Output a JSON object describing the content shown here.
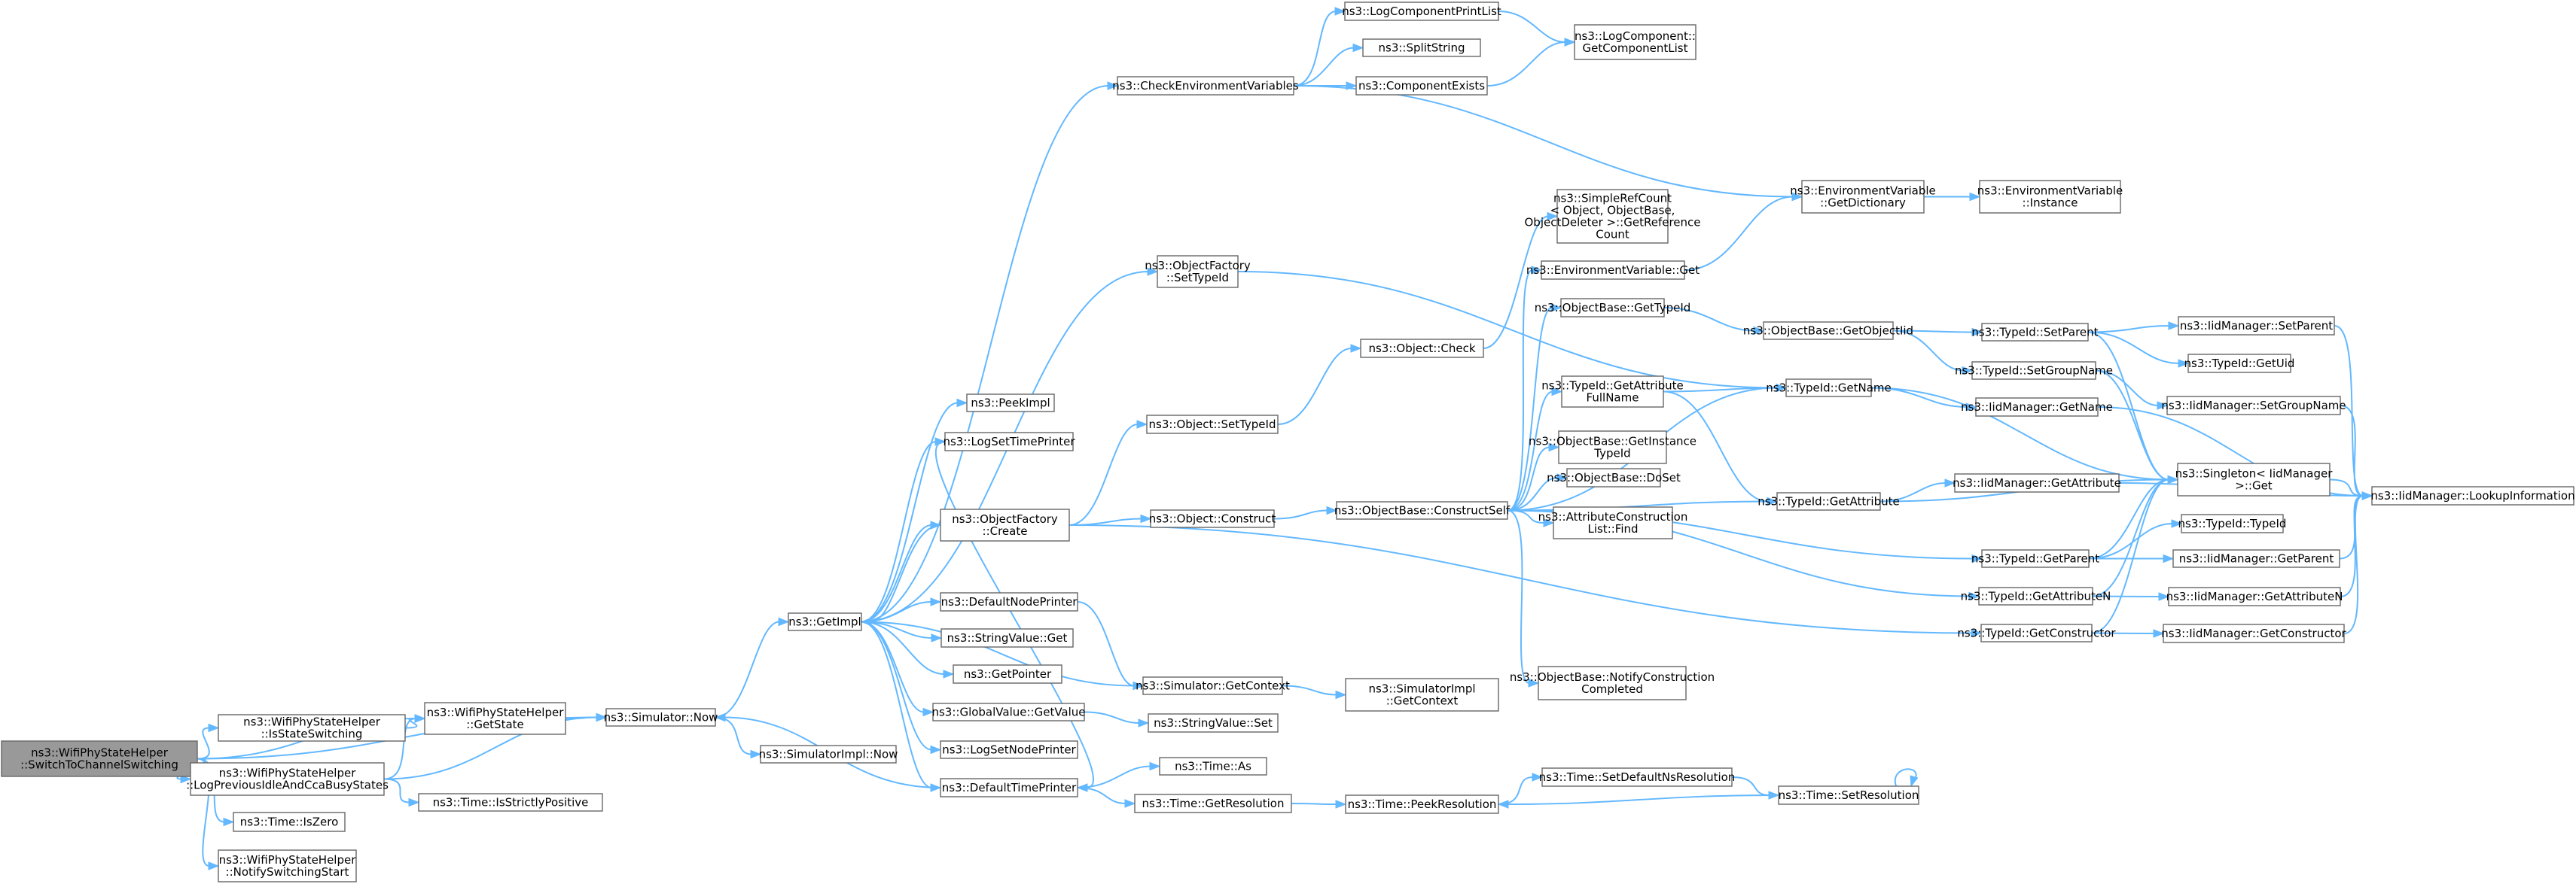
{
  "graph": {
    "nodes": [
      {
        "id": "root",
        "lines": [
          "ns3::WifiPhyStateHelper",
          "::SwitchToChannelSwitching"
        ]
      },
      {
        "id": "isss",
        "lines": [
          "ns3::WifiPhyStateHelper",
          "::IsStateSwitching"
        ]
      },
      {
        "id": "lpi",
        "lines": [
          "ns3::WifiPhyStateHelper",
          "::LogPreviousIdleAndCcaBusyStates"
        ]
      },
      {
        "id": "iszero",
        "lines": [
          "ns3::Time::IsZero"
        ]
      },
      {
        "id": "nss",
        "lines": [
          "ns3::WifiPhyStateHelper",
          "::NotifySwitchingStart"
        ]
      },
      {
        "id": "getstate",
        "lines": [
          "ns3::WifiPhyStateHelper",
          "::GetState"
        ]
      },
      {
        "id": "isp",
        "lines": [
          "ns3::Time::IsStrictlyPositive"
        ]
      },
      {
        "id": "now",
        "lines": [
          "ns3::Simulator::Now"
        ]
      },
      {
        "id": "implnow",
        "lines": [
          "ns3::SimulatorImpl::Now"
        ]
      },
      {
        "id": "getimpl",
        "lines": [
          "ns3::GetImpl"
        ]
      },
      {
        "id": "peekimpl",
        "lines": [
          "ns3::PeekImpl"
        ]
      },
      {
        "id": "logset",
        "lines": [
          "ns3::LogSetTimePrinter"
        ]
      },
      {
        "id": "ofcreate",
        "lines": [
          "ns3::ObjectFactory",
          "::Create"
        ]
      },
      {
        "id": "defnode",
        "lines": [
          "ns3::DefaultNodePrinter"
        ]
      },
      {
        "id": "svget",
        "lines": [
          "ns3::StringValue::Get"
        ]
      },
      {
        "id": "getptr",
        "lines": [
          "ns3::GetPointer"
        ]
      },
      {
        "id": "gvget",
        "lines": [
          "ns3::GlobalValue::GetValue"
        ]
      },
      {
        "id": "logsetnode",
        "lines": [
          "ns3::LogSetNodePrinter"
        ]
      },
      {
        "id": "deftime",
        "lines": [
          "ns3::DefaultTimePrinter"
        ]
      },
      {
        "id": "checkenv",
        "lines": [
          "ns3::CheckEnvironmentVariables"
        ]
      },
      {
        "id": "ofsettid",
        "lines": [
          "ns3::ObjectFactory",
          "::SetTypeId"
        ]
      },
      {
        "id": "objsettid",
        "lines": [
          "ns3::Object::SetTypeId"
        ]
      },
      {
        "id": "objconstruct",
        "lines": [
          "ns3::Object::Construct"
        ]
      },
      {
        "id": "simgetctx",
        "lines": [
          "ns3::Simulator::GetContext"
        ]
      },
      {
        "id": "svset",
        "lines": [
          "ns3::StringValue::Set"
        ]
      },
      {
        "id": "timeas",
        "lines": [
          "ns3::Time::As"
        ]
      },
      {
        "id": "timegetres",
        "lines": [
          "ns3::Time::GetResolution"
        ]
      },
      {
        "id": "lcpl",
        "lines": [
          "ns3::LogComponentPrintList"
        ]
      },
      {
        "id": "split",
        "lines": [
          "ns3::SplitString"
        ]
      },
      {
        "id": "compex",
        "lines": [
          "ns3::ComponentExists"
        ]
      },
      {
        "id": "lcgcl",
        "lines": [
          "ns3::LogComponent::",
          "GetComponentList"
        ]
      },
      {
        "id": "objcheck",
        "lines": [
          "ns3::Object::Check"
        ]
      },
      {
        "id": "obconstruct",
        "lines": [
          "ns3::ObjectBase::ConstructSelf"
        ]
      },
      {
        "id": "implgetctx",
        "lines": [
          "ns3::SimulatorImpl",
          "::GetContext"
        ]
      },
      {
        "id": "peekres",
        "lines": [
          "ns3::Time::PeekResolution"
        ]
      },
      {
        "id": "envdict",
        "lines": [
          "ns3::EnvironmentVariable",
          "::GetDictionary"
        ]
      },
      {
        "id": "envinst",
        "lines": [
          "ns3::EnvironmentVariable",
          "::Instance"
        ]
      },
      {
        "id": "srcget",
        "lines": [
          "ns3::SimpleRefCount",
          "< Object, ObjectBase,",
          "ObjectDeleter >::GetReference",
          "Count"
        ]
      },
      {
        "id": "envget",
        "lines": [
          "ns3::EnvironmentVariable::Get"
        ]
      },
      {
        "id": "obgettid",
        "lines": [
          "ns3::ObjectBase::GetTypeId"
        ]
      },
      {
        "id": "tidgafn",
        "lines": [
          "ns3::TypeId::GetAttribute",
          "FullName"
        ]
      },
      {
        "id": "obgit",
        "lines": [
          "ns3::ObjectBase::GetInstance",
          "TypeId"
        ]
      },
      {
        "id": "obdoset",
        "lines": [
          "ns3::ObjectBase::DoSet"
        ]
      },
      {
        "id": "aclfind",
        "lines": [
          "ns3::AttributeConstruction",
          "List::Find"
        ]
      },
      {
        "id": "obnotify",
        "lines": [
          "ns3::ObjectBase::NotifyConstruction",
          "Completed"
        ]
      },
      {
        "id": "setdefns",
        "lines": [
          "ns3::Time::SetDefaultNsResolution"
        ]
      },
      {
        "id": "setres",
        "lines": [
          "ns3::Time::SetResolution"
        ]
      },
      {
        "id": "obgetoid",
        "lines": [
          "ns3::ObjectBase::GetObjectIid"
        ]
      },
      {
        "id": "tidgetname",
        "lines": [
          "ns3::TypeId::GetName"
        ]
      },
      {
        "id": "tidgetattr",
        "lines": [
          "ns3::TypeId::GetAttribute"
        ]
      },
      {
        "id": "tidgetparent",
        "lines": [
          "ns3::TypeId::GetParent"
        ]
      },
      {
        "id": "tidgetattrn",
        "lines": [
          "ns3::TypeId::GetAttributeN"
        ]
      },
      {
        "id": "tidgetctor",
        "lines": [
          "ns3::TypeId::GetConstructor"
        ]
      },
      {
        "id": "tidsetparent",
        "lines": [
          "ns3::TypeId::SetParent"
        ]
      },
      {
        "id": "tidsetgroup",
        "lines": [
          "ns3::TypeId::SetGroupName"
        ]
      },
      {
        "id": "iidgetname",
        "lines": [
          "ns3::IidManager::GetName"
        ]
      },
      {
        "id": "singleton",
        "lines": [
          "ns3::Singleton< IidManager",
          ">::Get"
        ]
      },
      {
        "id": "iidgetattr",
        "lines": [
          "ns3::IidManager::GetAttribute"
        ]
      },
      {
        "id": "tidtypeid",
        "lines": [
          "ns3::TypeId::TypeId"
        ]
      },
      {
        "id": "iidsetparent",
        "lines": [
          "ns3::IidManager::SetParent"
        ]
      },
      {
        "id": "tidgetuid",
        "lines": [
          "ns3::TypeId::GetUid"
        ]
      },
      {
        "id": "iidsetgroup",
        "lines": [
          "ns3::IidManager::SetGroupName"
        ]
      },
      {
        "id": "iidgetparent",
        "lines": [
          "ns3::IidManager::GetParent"
        ]
      },
      {
        "id": "iidgetattrn",
        "lines": [
          "ns3::IidManager::GetAttributeN"
        ]
      },
      {
        "id": "iidgetctor",
        "lines": [
          "ns3::IidManager::GetConstructor"
        ]
      },
      {
        "id": "lookup",
        "lines": [
          "ns3::IidManager::LookupInformation"
        ]
      }
    ],
    "edges": [
      [
        "root",
        "isss"
      ],
      [
        "root",
        "lpi"
      ],
      [
        "root",
        "iszero"
      ],
      [
        "root",
        "nss"
      ],
      [
        "root",
        "getstate"
      ],
      [
        "root",
        "now"
      ],
      [
        "isss",
        "getstate"
      ],
      [
        "lpi",
        "getstate"
      ],
      [
        "lpi",
        "isp"
      ],
      [
        "lpi",
        "now"
      ],
      [
        "getstate",
        "now"
      ],
      [
        "now",
        "getimpl"
      ],
      [
        "now",
        "implnow"
      ],
      [
        "getimpl",
        "peekimpl"
      ],
      [
        "getimpl",
        "logset"
      ],
      [
        "getimpl",
        "ofcreate"
      ],
      [
        "getimpl",
        "defnode"
      ],
      [
        "getimpl",
        "svget"
      ],
      [
        "getimpl",
        "getptr"
      ],
      [
        "getimpl",
        "gvget"
      ],
      [
        "getimpl",
        "logsetnode"
      ],
      [
        "getimpl",
        "deftime"
      ],
      [
        "getimpl",
        "checkenv"
      ],
      [
        "getimpl",
        "ofsettid"
      ],
      [
        "getimpl",
        "simgetctx"
      ],
      [
        "logset",
        "deftime"
      ],
      [
        "defnode",
        "simgetctx"
      ],
      [
        "ofcreate",
        "getimpl"
      ],
      [
        "deftime",
        "now"
      ],
      [
        "ofcreate",
        "objsettid"
      ],
      [
        "ofcreate",
        "objconstruct"
      ],
      [
        "ofcreate",
        "tidgetctor"
      ],
      [
        "gvget",
        "svset"
      ],
      [
        "deftime",
        "timeas"
      ],
      [
        "deftime",
        "timegetres"
      ],
      [
        "checkenv",
        "lcpl"
      ],
      [
        "checkenv",
        "split"
      ],
      [
        "checkenv",
        "compex"
      ],
      [
        "checkenv",
        "envdict"
      ],
      [
        "lcpl",
        "lcgcl"
      ],
      [
        "compex",
        "lcgcl"
      ],
      [
        "ofsettid",
        "tidgetname"
      ],
      [
        "objsettid",
        "objcheck"
      ],
      [
        "objconstruct",
        "obconstruct"
      ],
      [
        "simgetctx",
        "implgetctx"
      ],
      [
        "timegetres",
        "peekres"
      ],
      [
        "objcheck",
        "srcget"
      ],
      [
        "obconstruct",
        "envget"
      ],
      [
        "obconstruct",
        "obgettid"
      ],
      [
        "obconstruct",
        "tidgetname"
      ],
      [
        "obconstruct",
        "tidgafn"
      ],
      [
        "obconstruct",
        "obgit"
      ],
      [
        "obconstruct",
        "obdoset"
      ],
      [
        "obconstruct",
        "aclfind"
      ],
      [
        "obconstruct",
        "tidgetattr"
      ],
      [
        "obconstruct",
        "tidgetparent"
      ],
      [
        "obconstruct",
        "tidgetattrn"
      ],
      [
        "obconstruct",
        "obnotify"
      ],
      [
        "peekres",
        "setdefns"
      ],
      [
        "setdefns",
        "setres"
      ],
      [
        "setres",
        "peekres"
      ],
      [
        "setres",
        "setres"
      ],
      [
        "envdict",
        "envinst"
      ],
      [
        "envget",
        "envdict"
      ],
      [
        "obgettid",
        "obgetoid"
      ],
      [
        "tidgafn",
        "tidgetname"
      ],
      [
        "tidgafn",
        "tidgetattr"
      ],
      [
        "obgetoid",
        "tidsetparent"
      ],
      [
        "obgetoid",
        "tidsetgroup"
      ],
      [
        "tidgetname",
        "iidgetname"
      ],
      [
        "tidgetname",
        "singleton"
      ],
      [
        "tidgetattr",
        "iidgetattr"
      ],
      [
        "tidgetattr",
        "singleton"
      ],
      [
        "tidgetparent",
        "tidtypeid"
      ],
      [
        "tidgetparent",
        "iidgetparent"
      ],
      [
        "tidgetparent",
        "singleton"
      ],
      [
        "tidgetattrn",
        "iidgetattrn"
      ],
      [
        "tidgetattrn",
        "singleton"
      ],
      [
        "tidgetctor",
        "iidgetctor"
      ],
      [
        "tidgetctor",
        "singleton"
      ],
      [
        "tidsetparent",
        "iidsetparent"
      ],
      [
        "tidsetparent",
        "tidgetuid"
      ],
      [
        "tidsetparent",
        "singleton"
      ],
      [
        "tidsetgroup",
        "iidsetgroup"
      ],
      [
        "tidsetgroup",
        "singleton"
      ],
      [
        "iidgetname",
        "lookup"
      ],
      [
        "iidsetparent",
        "lookup"
      ],
      [
        "iidsetgroup",
        "lookup"
      ],
      [
        "singleton",
        "lookup"
      ],
      [
        "iidgetattr",
        "lookup"
      ],
      [
        "iidgetparent",
        "lookup"
      ],
      [
        "iidgetattrn",
        "lookup"
      ],
      [
        "iidgetctor",
        "lookup"
      ]
    ]
  }
}
